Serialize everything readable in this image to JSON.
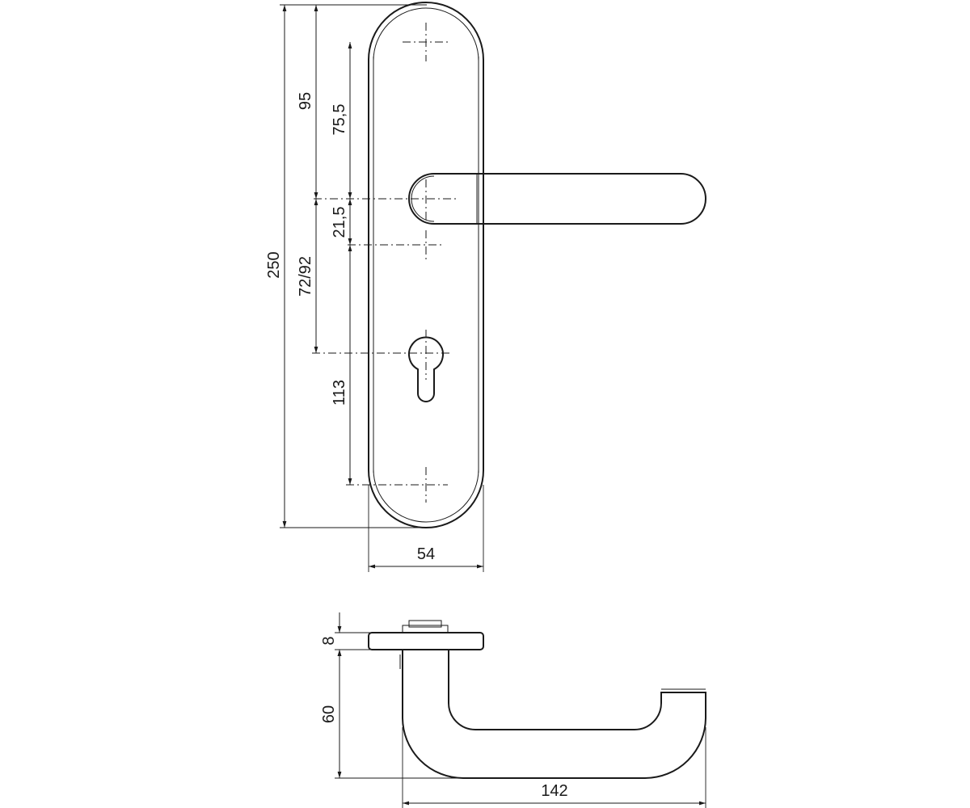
{
  "dimensions": {
    "total_height": "250",
    "top_to_handle": "95",
    "top_screw_to_handle": "75,5",
    "handle_to_screw": "21,5",
    "handle_to_cylinder": "72/92",
    "screw_to_screw_lower": "113",
    "plate_width": "54",
    "rose_thickness": "8",
    "lever_projection": "60",
    "lever_length": "142"
  },
  "colors": {
    "line": "#1a1a1a",
    "background": "#ffffff"
  }
}
